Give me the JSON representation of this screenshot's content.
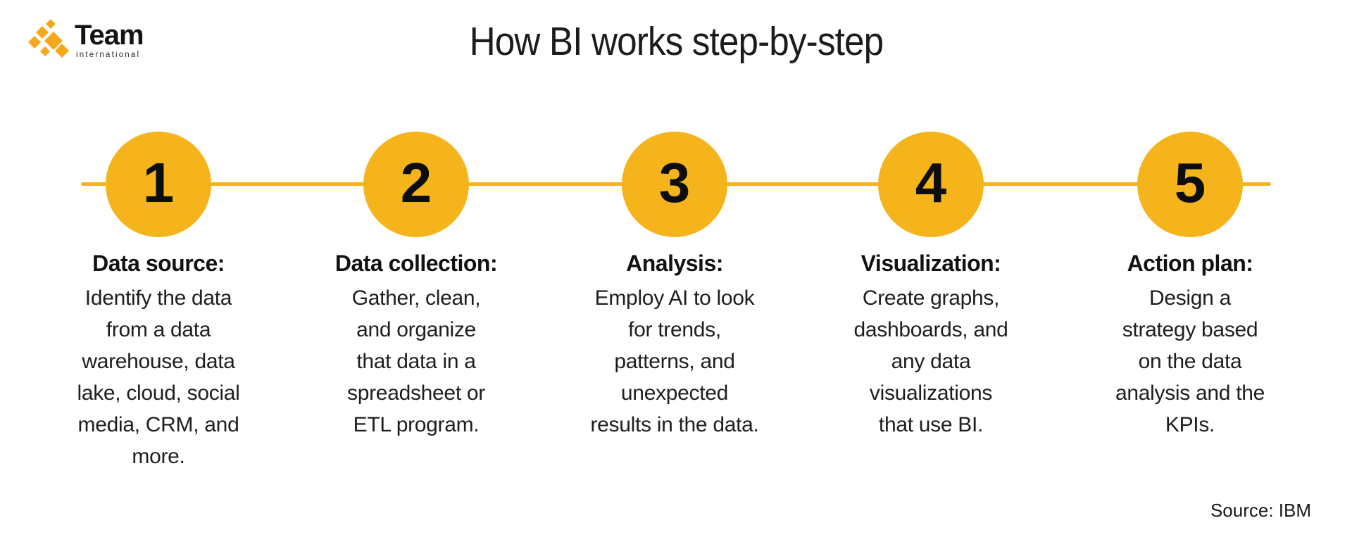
{
  "brand": {
    "name": "Team",
    "subname": "international",
    "logo_icon": "diamonds-pinwheel-icon"
  },
  "title": "How BI works step-by-step",
  "colors": {
    "accent_yellow": "#F5B41C",
    "text_black": "#1B1B1B"
  },
  "timeline": {
    "line_color": "#F5B41C",
    "circle_count": 5
  },
  "steps": [
    {
      "number": "1",
      "title": "Data source:",
      "description": "Identify the data\nfrom a data\nwarehouse, data\nlake, cloud, social\nmedia, CRM, and\nmore."
    },
    {
      "number": "2",
      "title": "Data collection:",
      "description": "Gather, clean,\nand organize\nthat data in a\nspreadsheet or\nETL program."
    },
    {
      "number": "3",
      "title": "Analysis:",
      "description": "Employ AI to look\nfor trends,\npatterns, and\nunexpected\nresults in the data."
    },
    {
      "number": "4",
      "title": "Visualization:",
      "description": "Create graphs,\ndashboards, and\nany data\nvisualizations\nthat use BI."
    },
    {
      "number": "5",
      "title": "Action plan:",
      "description": "Design a\nstrategy based\non the data\nanalysis and the\nKPIs."
    }
  ],
  "footer": {
    "source": "Source: IBM"
  }
}
